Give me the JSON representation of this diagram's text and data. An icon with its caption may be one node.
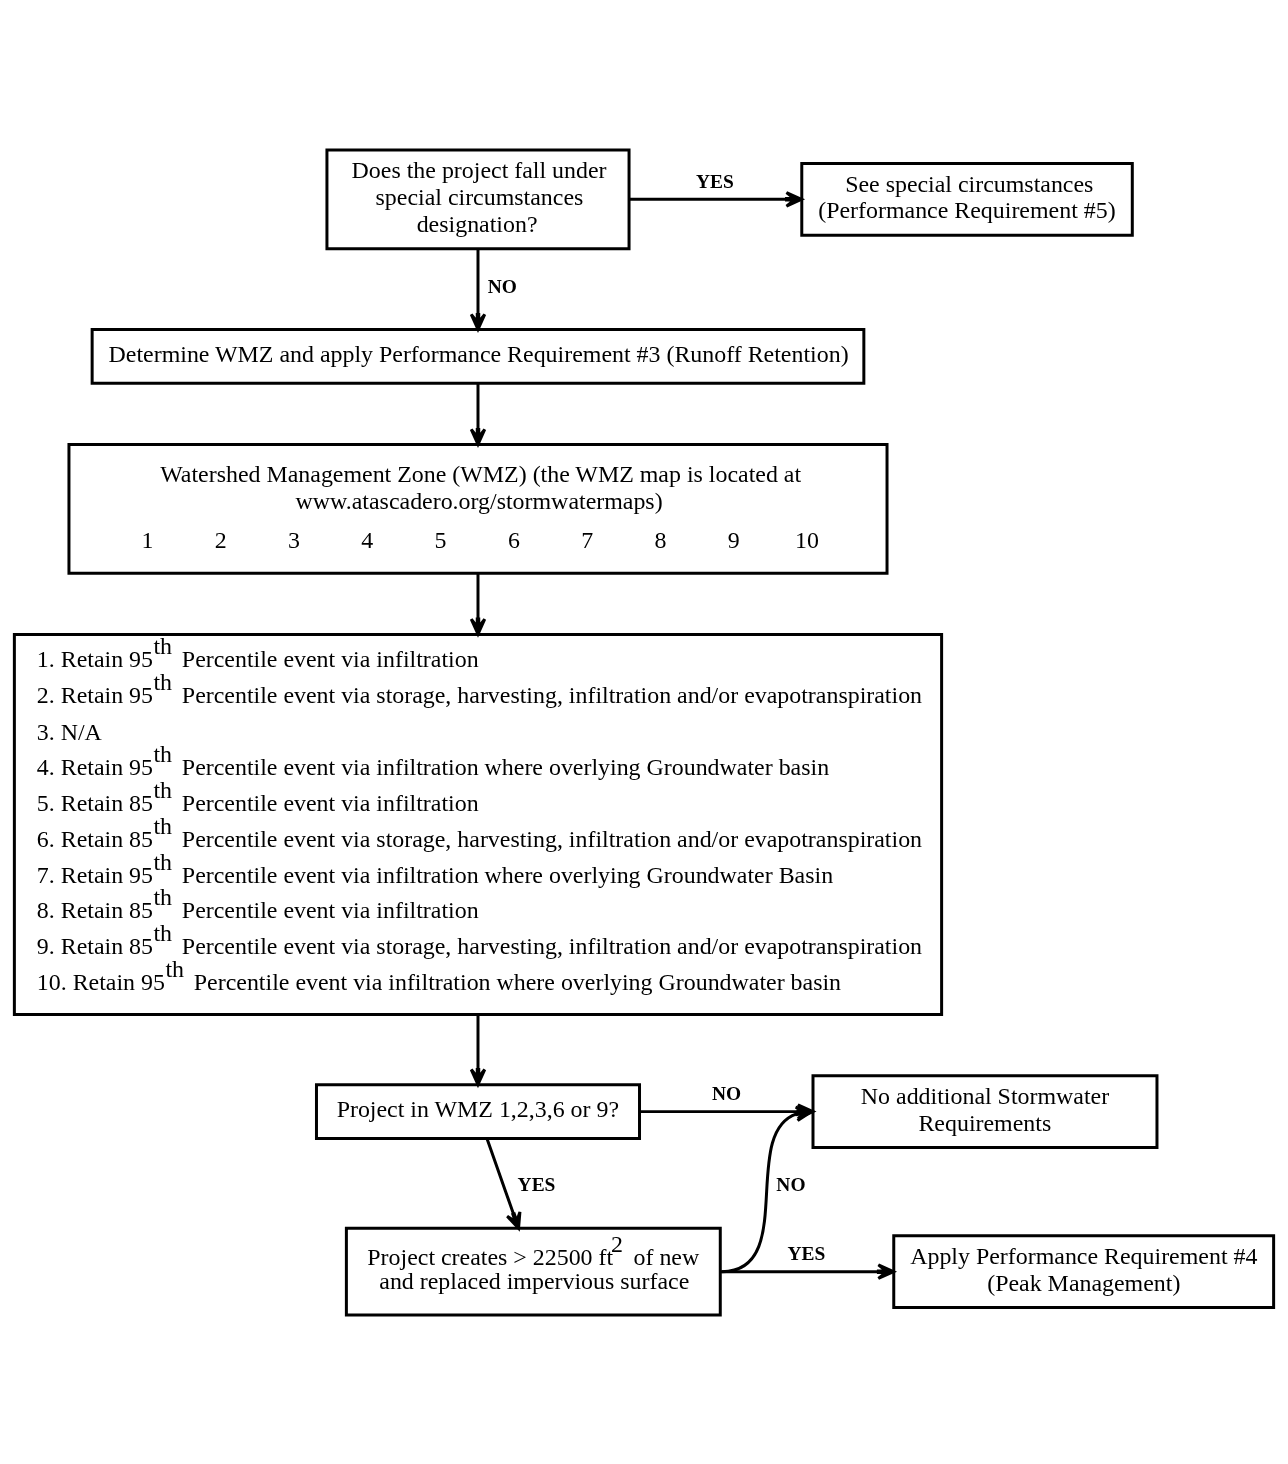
{
  "diagram": {
    "nodes": [
      {
        "text": [
          "Does the project fall under special circumstances designation?"
        ]
      },
      {
        "text": [
          "See special circumstances (Performance Requirement #5)"
        ]
      },
      {
        "text": [
          "Determine WMZ and apply Performance Requirement #3 (Runoff Retention)"
        ]
      },
      {
        "text": [
          "Watershed Management Zone (WMZ) (the WMZ map is located at www.atascadero.org/stormwatermaps)",
          "1",
          "2",
          "3",
          "4",
          "5",
          "6",
          "7",
          "8",
          "9",
          "10"
        ]
      },
      {
        "text": [
          "1. Retain 95$^{th}$ Percentile event via infiltration",
          "2. Retain 95$^{th}$ Percentile event via storage, harvesting, infiltration and/or evapotranspiration",
          "3. N/A",
          "4. Retain 95$^{th}$ Percentile event via infiltration where overlying Groundwater basin",
          "5. Retain 85$^{th}$ Percentile event via infiltration",
          "6. Retain 85$^{th}$ Percentile event via storage, harvesting, infiltration and/or evapotranspiration",
          "7. Retain 95$^{th}$ Percentile event via infiltration where overlying Groundwater Basin",
          "8. Retain 85$^{th}$ Percentile event via infiltration",
          "9. Retain 85$^{th}$ Percentile event via storage, harvesting, infiltration and/or evapotranspiration",
          "10. Retain 95$^{th}$ Percentile event via infiltration where overlying Groundwater basin"
        ]
      },
      {
        "text": [
          "Project in WMZ 1,2,3,6 or 9?"
        ]
      },
      {
        "text": [
          "No additional Stormwater Requirements"
        ]
      },
      {
        "text": [
          "Project creates > 22500 ft$^{2}$ of new and replaced impervious surface"
        ]
      },
      {
        "text": [
          "Apply Performance Requirement #4 (Peak Management)"
        ]
      }
    ],
    "edges": [
      {
        "from": 0,
        "to": 1,
        "arrow": "to",
        "label": "YES"
      },
      {
        "from": 0,
        "to": 2,
        "arrow": "to",
        "label": "NO"
      },
      {
        "from": 2,
        "to": 3,
        "arrow": "to"
      },
      {
        "from": 3,
        "to": 4,
        "arrow": "to"
      },
      {
        "from": 4,
        "to": 5,
        "arrow": "to"
      },
      {
        "from": 5,
        "to": 6,
        "arrow": "to",
        "label": "NO"
      },
      {
        "from": 5,
        "to": 7,
        "arrow": "to",
        "label": "YES"
      },
      {
        "from": 7,
        "to": 6,
        "arrow": "to",
        "label": "NO"
      },
      {
        "from": 7,
        "to": 8,
        "arrow": "to",
        "label": "YES"
      }
    ]
  }
}
